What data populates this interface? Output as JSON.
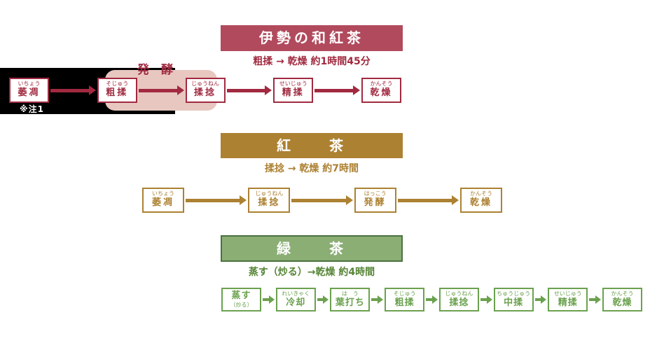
{
  "colors": {
    "crimson_header": "#b14a5d",
    "crimson": "#a12a40",
    "pink_highlight": "#e8c7c1",
    "black_highlight": "#000000",
    "gold": "#ac8132",
    "green_header": "#8bae75",
    "green_header_border": "#4c7140",
    "green": "#6ba14e"
  },
  "sections": [
    {
      "title": "伊勢の和紅茶",
      "subtitle": "粗揉 → 乾燥 約1時間45分",
      "fermentation_label": "発　酵",
      "note": "※注1",
      "steps": [
        {
          "furigana": "いちょう",
          "label": "萎凋"
        },
        {
          "furigana": "そじゅう",
          "label": "粗揉"
        },
        {
          "furigana": "じゅうねん",
          "label": "揉捻"
        },
        {
          "furigana": "せいじゅう",
          "label": "精揉"
        },
        {
          "furigana": "かんそう",
          "label": "乾燥"
        }
      ]
    },
    {
      "title": "紅　　茶",
      "subtitle": "揉捻 → 乾燥 約7時間",
      "steps": [
        {
          "furigana": "いちょう",
          "label": "萎凋"
        },
        {
          "furigana": "じゅうねん",
          "label": "揉捻"
        },
        {
          "furigana": "はっこう",
          "label": "発酵"
        },
        {
          "furigana": "かんそう",
          "label": "乾燥"
        }
      ]
    },
    {
      "title": "緑　　茶",
      "subtitle": "蒸す（炒る）→乾燥 約4時間",
      "steps": [
        {
          "label": "蒸す",
          "sub": "（炒る）"
        },
        {
          "furigana": "れいきゃく",
          "label": "冷却"
        },
        {
          "furigana": "は　う",
          "label": "葉打ち"
        },
        {
          "furigana": "そじゅう",
          "label": "粗揉"
        },
        {
          "furigana": "じゅうねん",
          "label": "揉捻"
        },
        {
          "furigana": "ちゅうじゅう",
          "label": "中揉"
        },
        {
          "furigana": "せいじゅう",
          "label": "精揉"
        },
        {
          "furigana": "かんそう",
          "label": "乾燥"
        }
      ]
    }
  ]
}
